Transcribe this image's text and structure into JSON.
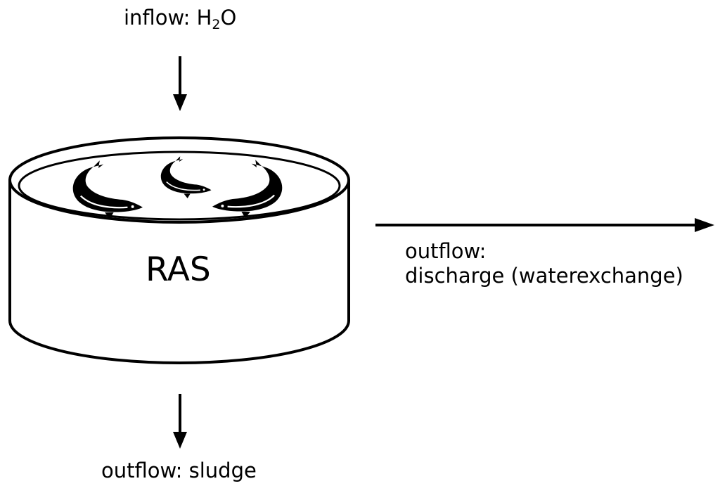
{
  "inflow": {
    "prefix": "inflow: H",
    "subscript": "2",
    "suffix": "O"
  },
  "tank": {
    "label": "RAS"
  },
  "outflow_discharge": {
    "line1": "outflow:",
    "line2": "discharge (waterexchange)"
  },
  "outflow_sludge": {
    "label": "outflow: sludge"
  },
  "icons": [
    "fish-icon",
    "arrow-down-icon",
    "arrow-right-icon"
  ],
  "colors": {
    "stroke": "#000000",
    "background": "#ffffff"
  }
}
